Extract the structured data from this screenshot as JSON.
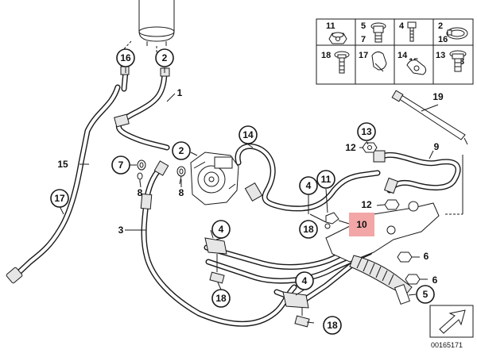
{
  "callouts": {
    "c16": "16",
    "c2a": "2",
    "c17": "17",
    "c7": "7",
    "c2b": "2",
    "c14": "14",
    "c13": "13",
    "c4a": "4",
    "c11": "11",
    "c18a": "18",
    "c4b": "4",
    "c18b": "18",
    "c4c": "4",
    "c18c": "18",
    "c18d": "18",
    "c5": "5"
  },
  "plain_labels": {
    "p1": "1",
    "p15": "15",
    "p3": "3",
    "p8a": "8",
    "p8b": "8",
    "p12a": "12",
    "p12b": "12",
    "p9": "9",
    "p19": "19",
    "p6a": "6",
    "p6b": "6"
  },
  "highlight": {
    "label": "10",
    "color": "#f2a6a6"
  },
  "kit": {
    "r1": [
      "11",
      "5",
      "4",
      "2"
    ],
    "r1b": [
      "7",
      "16"
    ],
    "r2": [
      "18",
      "17",
      "14",
      "13"
    ],
    "r2b": [
      "15",
      "3"
    ]
  },
  "reference": "00165171"
}
